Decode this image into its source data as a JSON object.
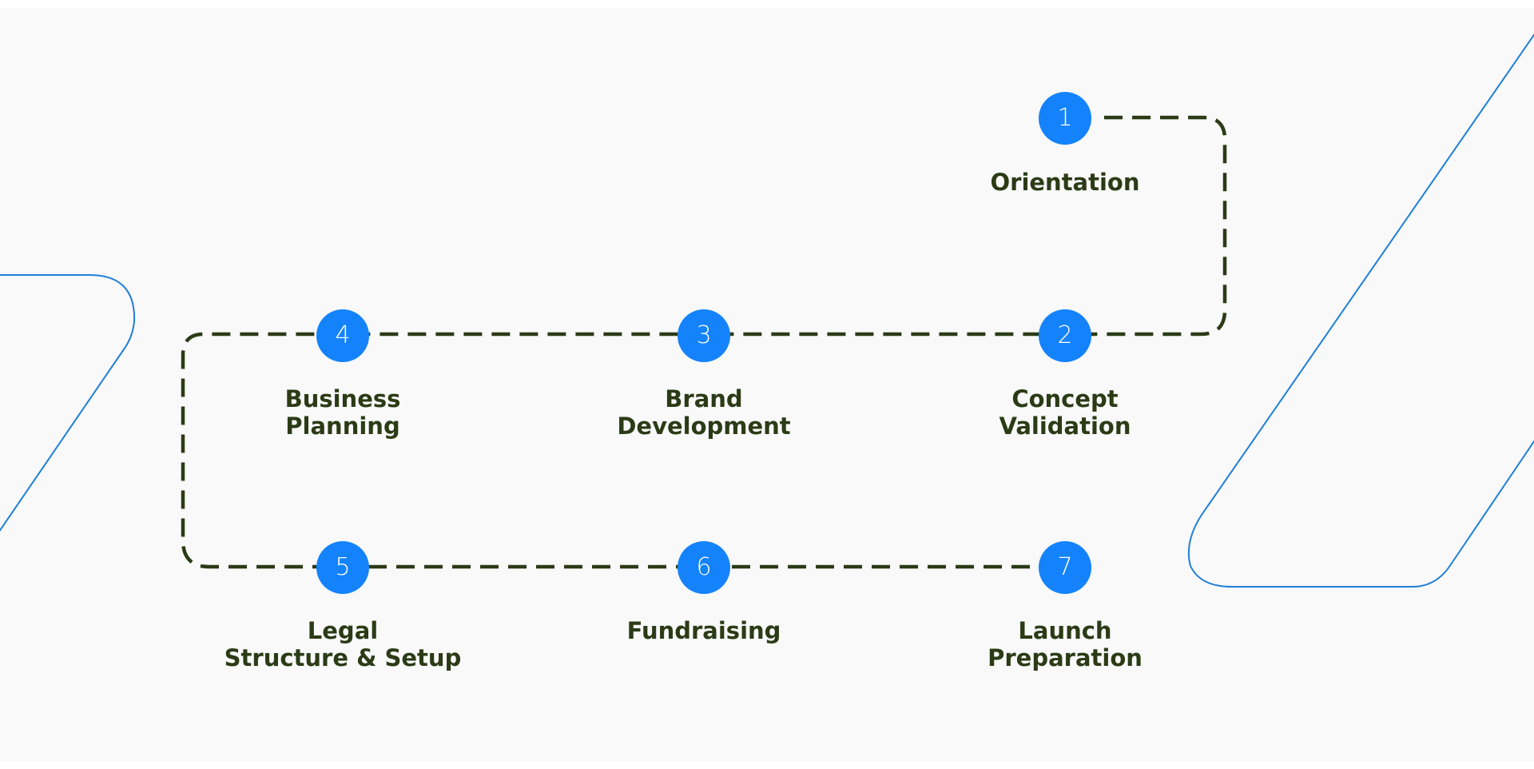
{
  "colors": {
    "background": "#f9f9f9",
    "node_fill": "#1483fb",
    "node_text": "#ffffff",
    "label_text": "#2b3b16",
    "connector": "#2b3b16",
    "decoration_stroke": "#1e7fd8"
  },
  "steps": [
    {
      "number": "1",
      "line1": "Orientation",
      "line2": ""
    },
    {
      "number": "2",
      "line1": "Concept",
      "line2": "Validation"
    },
    {
      "number": "3",
      "line1": "Brand",
      "line2": "Development"
    },
    {
      "number": "4",
      "line1": "Business",
      "line2": "Planning"
    },
    {
      "number": "5",
      "line1": "Legal",
      "line2": "Structure & Setup"
    },
    {
      "number": "6",
      "line1": "Fundraising",
      "line2": ""
    },
    {
      "number": "7",
      "line1": "Launch",
      "line2": "Preparation"
    }
  ]
}
